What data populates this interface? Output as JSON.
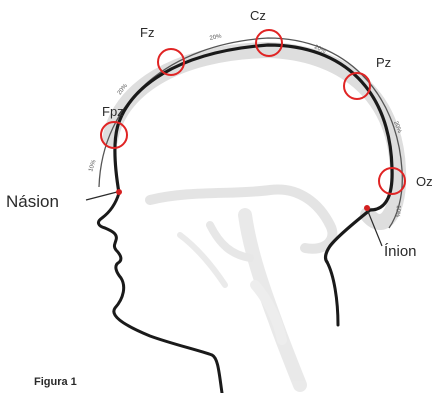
{
  "electrodes": {
    "fpz": "Fpz",
    "fz": "Fz",
    "cz": "Cz",
    "pz": "Pz",
    "oz": "Oz"
  },
  "landmarks": {
    "nasion": "Násion",
    "inion": "Ínion"
  },
  "percentages": {
    "seg_nasion_fpz": "10%",
    "seg_fpz_fz": "20%",
    "seg_fz_cz": "20%",
    "seg_cz_pz": "20%",
    "seg_pz_oz": "20%",
    "seg_oz_inion": "10%"
  },
  "caption": "Figura 1",
  "colors": {
    "outline": "#1a1a1a",
    "measure_line": "#555555",
    "head_shadow": "#d9d9d9",
    "electrode_circle": "#e02424",
    "landmark_dot": "#d42020"
  }
}
